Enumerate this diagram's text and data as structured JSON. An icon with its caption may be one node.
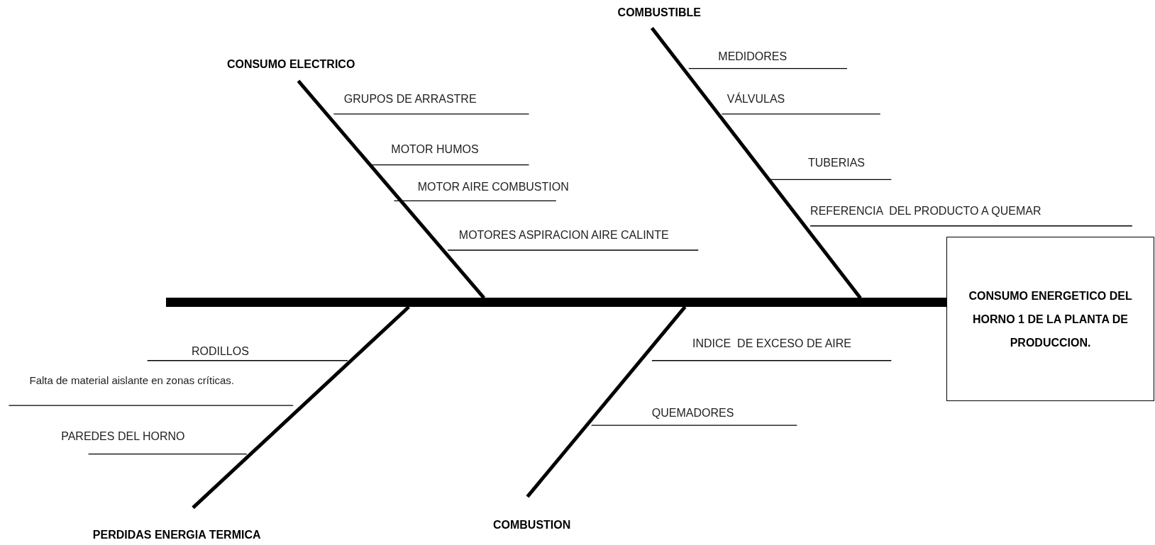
{
  "diagram": {
    "nodes": [
      {
        "text": [
          "CONSUMO ENERGETICO DEL HORNO 1 DE LA PLANTA DE PRODUCCION."
        ]
      },
      {
        "text": [
          "COMBUSTIBLE"
        ]
      },
      {
        "text": [
          "CONSUMO ELECTRICO"
        ]
      },
      {
        "text": [
          "PERDIDAS ENERGIA TERMICA"
        ]
      },
      {
        "text": [
          "COMBUSTION"
        ]
      },
      {
        "text": [],
        "shape": "bar"
      }
    ],
    "edges": [
      {
        "from": 1,
        "to": 5,
        "arrow": "none"
      },
      {
        "from": 2,
        "to": 5,
        "arrow": "none"
      },
      {
        "from": 3,
        "to": 5,
        "arrow": "none"
      },
      {
        "from": 4,
        "to": 5,
        "arrow": "none"
      }
    ],
    "labels": [
      "MEDIDORES",
      "GRUPOS DE ARRASTRE",
      "VÁLVULAS",
      "MOTOR HUMOS",
      "TUBERIAS",
      "MOTOR AIRE COMBUSTION",
      "REFERENCIA  DEL PRODUCTO A QUEMAR",
      "MOTORES ASPIRACION AIRE CALINTE",
      "INDICE  DE EXCESO DE AIRE",
      "RODILLOS",
      "Falta de material aislante en zonas críticas.",
      "QUEMADORES",
      "PAREDES DEL HORNO"
    ]
  }
}
